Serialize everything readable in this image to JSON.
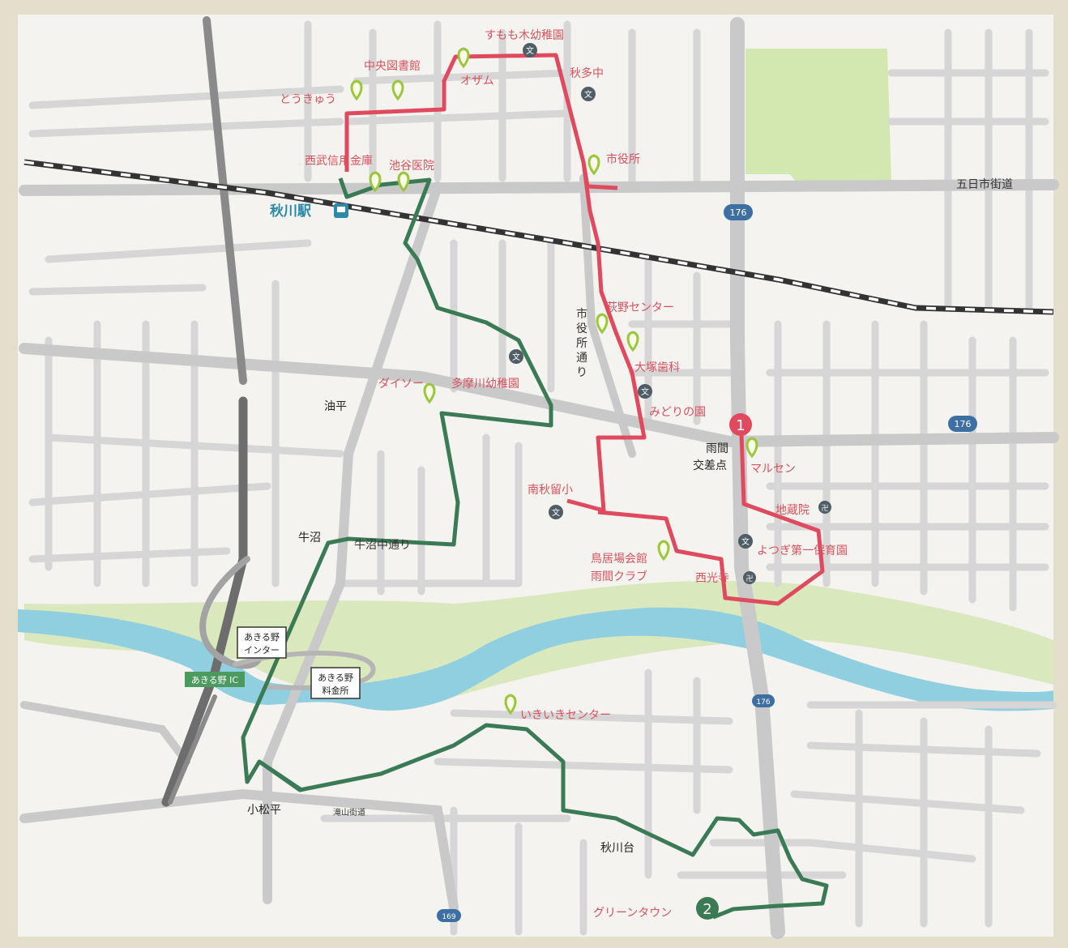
{
  "map": {
    "station": "秋川駅",
    "ic_label": "あきる野 IC",
    "interchange_box": [
      "あきる野",
      "インター"
    ],
    "tollgate_box": [
      "あきる野",
      "料金所"
    ],
    "roads": {
      "itsukaichi": "五日市街道",
      "shiyakusho_dori": [
        "市",
        "役",
        "所",
        "通",
        "り"
      ],
      "ushinuma_naka": "牛沼中通り",
      "takiyama": "滝山街道"
    },
    "route_shields": [
      "176",
      "176",
      "176",
      "169"
    ],
    "places": {
      "sumomogi": "すもも木幼稚園",
      "chuo_tosho": "中央図書館",
      "ozamu": "オザム",
      "akita_chu": "秋多中",
      "tokyu": "とうきゅう",
      "seibu_shinkin": "西武信用金庫",
      "ikeya": "池谷医院",
      "shiyakusho": "市役所",
      "hagino": "萩野センター",
      "otsuka": "大塚歯科",
      "midori": "みどりの園",
      "daiso": "ダイソー",
      "tamagawa": "多摩川幼稚園",
      "abura": "油平",
      "ama_kousaten": [
        "雨間",
        "交差点"
      ],
      "marusen": "マルセン",
      "minami_akiru": "南秋留小",
      "jizoin": "地蔵院",
      "yotsugi": "よつぎ第一保育園",
      "toriiba": [
        "鳥居場会館",
        "雨間クラブ"
      ],
      "saikoji": "西光寺",
      "ushinuma": "牛沼",
      "ikiiki": "いきいきセンター",
      "komatsudaira": "小松平",
      "akikawadai": "秋川台",
      "green_town": "グリーンタウン"
    },
    "markers": [
      {
        "number": "1",
        "color": "#e04a5f"
      },
      {
        "number": "2",
        "color": "#3a7a55"
      }
    ],
    "colors": {
      "red_route": "#e04a5f",
      "green_route": "#3a7a55",
      "river": "#8fcfe0",
      "park": "#cfe5a8",
      "road": "#d3d3d3",
      "label_red": "#d8525e",
      "poi_pin": "#9cc63c"
    }
  }
}
